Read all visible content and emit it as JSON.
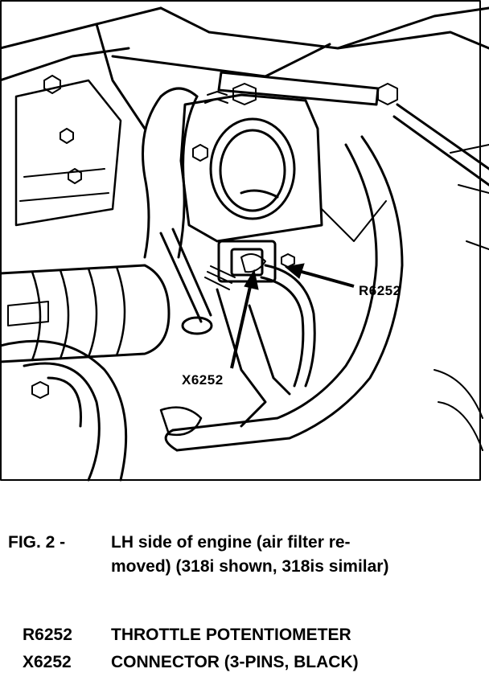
{
  "callouts": {
    "r6252": "R6252",
    "x6252": "X6252"
  },
  "caption": {
    "fig_number": "FIG. 2 -",
    "line1": "LH side of engine (air filter re-",
    "line2": "moved) (318i shown, 318is similar)"
  },
  "legend": [
    {
      "code": "R6252",
      "description": "THROTTLE POTENTIOMETER"
    },
    {
      "code": "X6252",
      "description": "CONNECTOR (3-PINS, BLACK)"
    }
  ]
}
